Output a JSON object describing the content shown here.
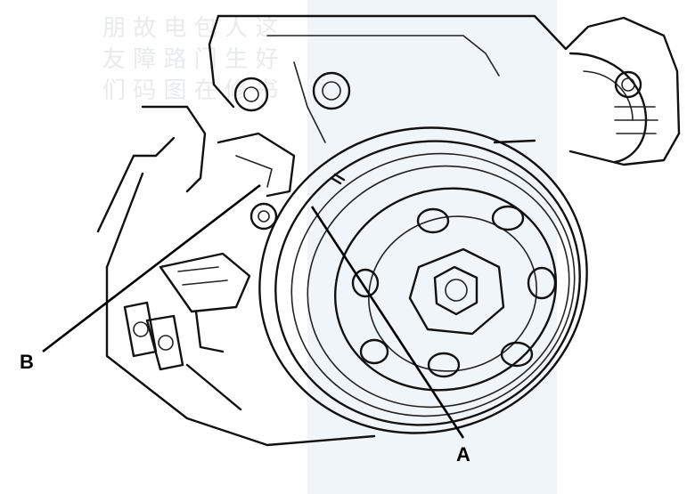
{
  "diagram": {
    "callouts": [
      {
        "id": "A",
        "text": "A"
      },
      {
        "id": "B",
        "text": "B"
      }
    ]
  },
  "colors": {
    "line": "#111111",
    "background": "#ffffff",
    "watermark_band": "#d4e2ef"
  }
}
